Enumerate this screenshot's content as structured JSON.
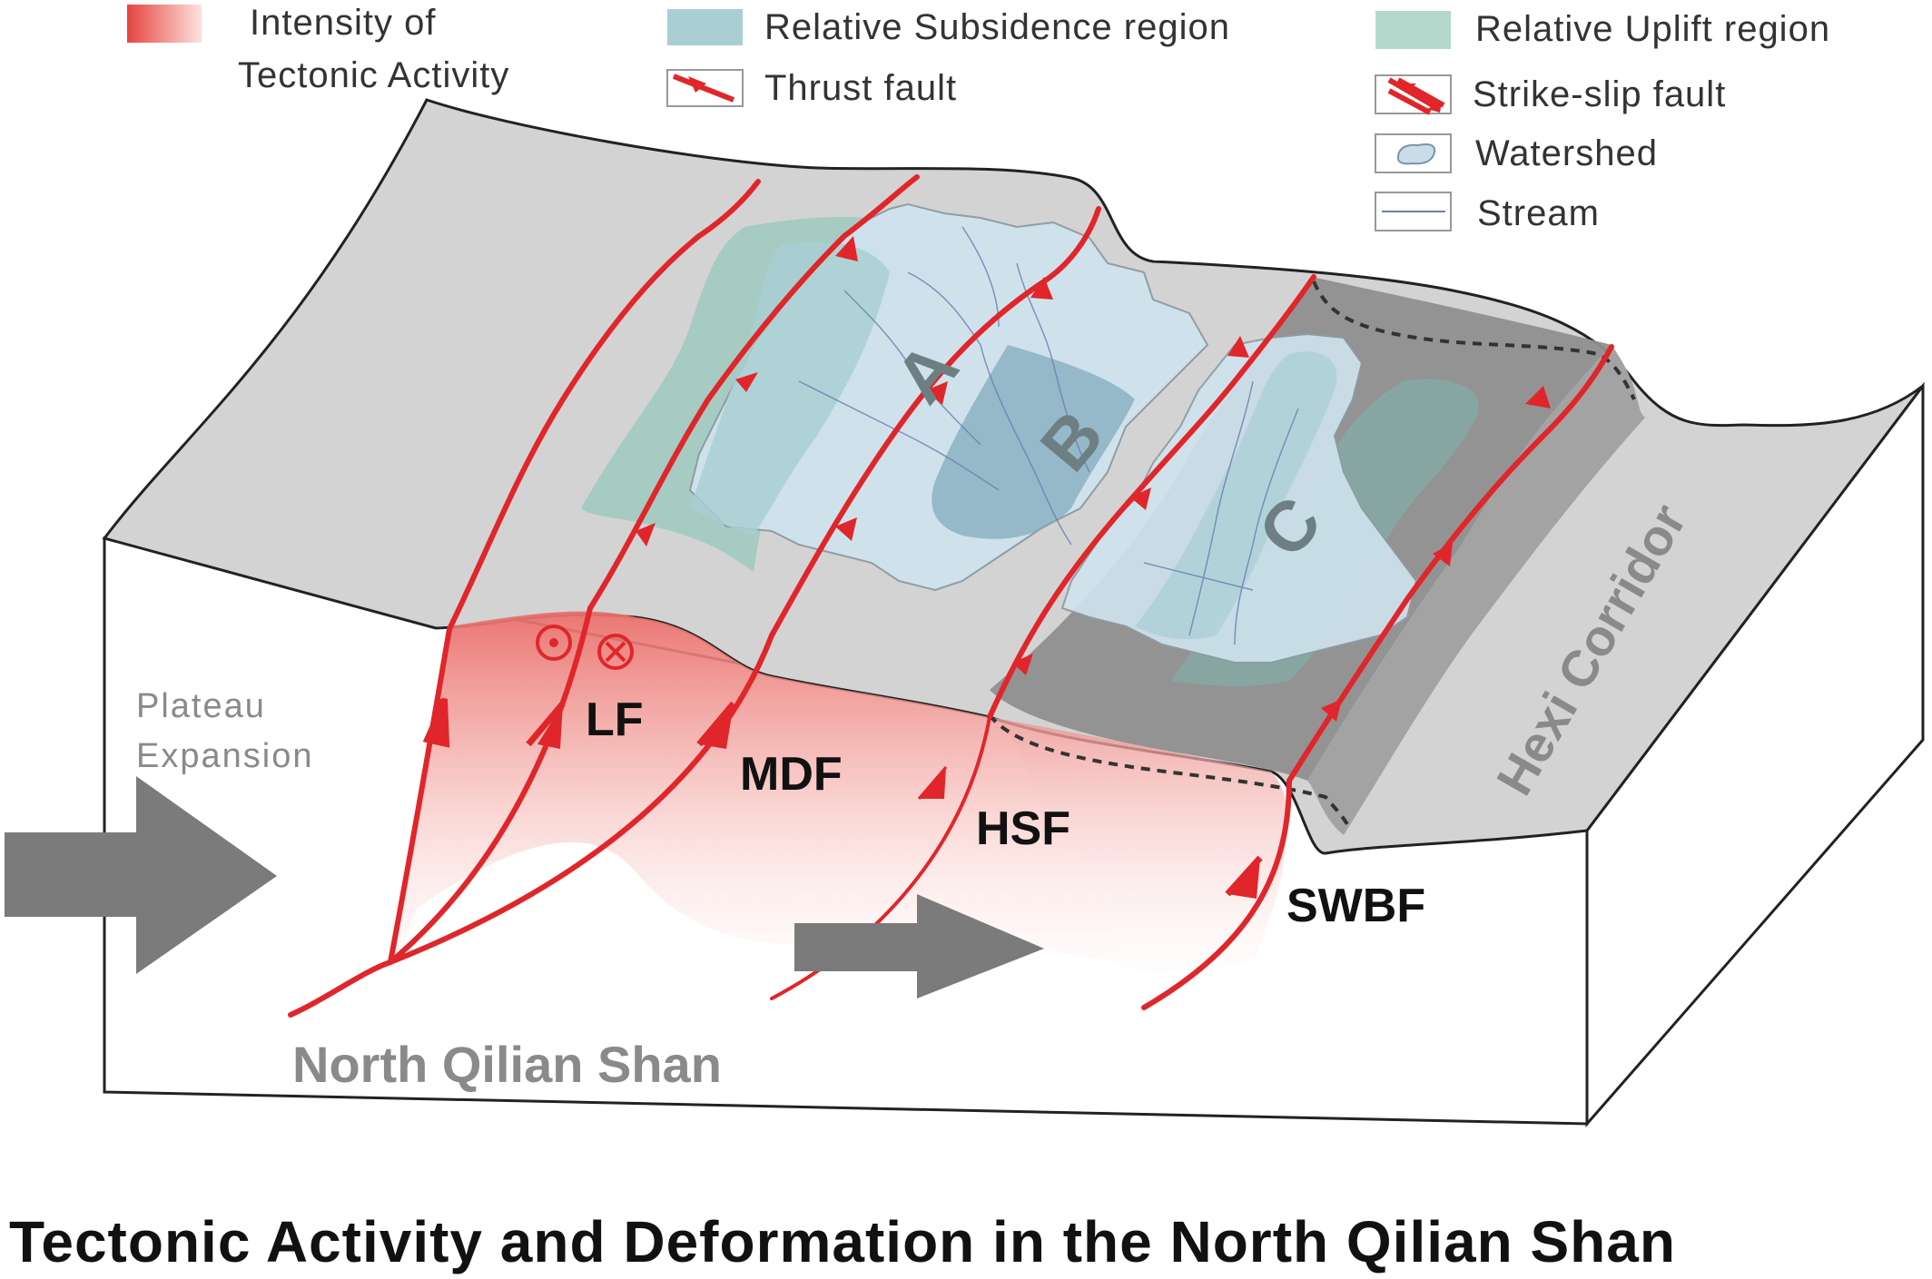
{
  "colors": {
    "fault": "#e0262a",
    "subsidence": "#a9cfd4",
    "uplift": "#9ec9bf",
    "watershed": "#cfe3ee",
    "surface": "#d3d3d3",
    "dark_block": "#8f8f8f",
    "arrow": "#7b7b7b"
  },
  "legend": {
    "intensity_line1": "Intensity of",
    "intensity_line2": "Tectonic Activity",
    "subsidence": "Relative Subsidence region",
    "thrust": "Thrust fault",
    "uplift": "Relative Uplift region",
    "strike_slip": "Strike-slip fault",
    "watershed": "Watershed",
    "stream": "Stream"
  },
  "regions": {
    "a": "A",
    "b": "B",
    "c": "C"
  },
  "faults": {
    "lf": "LF",
    "mdf": "MDF",
    "hsf": "HSF",
    "swbf": "SWBF"
  },
  "labels": {
    "plateau_line1": "Plateau",
    "plateau_line2": "Expansion",
    "hexi": "Hexi Corridor",
    "qilian": "North Qilian Shan"
  },
  "caption": "Tectonic Activity and Deformation in the North Qilian Shan",
  "icons": [
    "thrust-fault-icon",
    "strike-slip-fault-icon",
    "watershed-icon",
    "stream-icon",
    "out-of-page-motion-icon",
    "into-page-motion-icon",
    "push-arrow-icon"
  ]
}
